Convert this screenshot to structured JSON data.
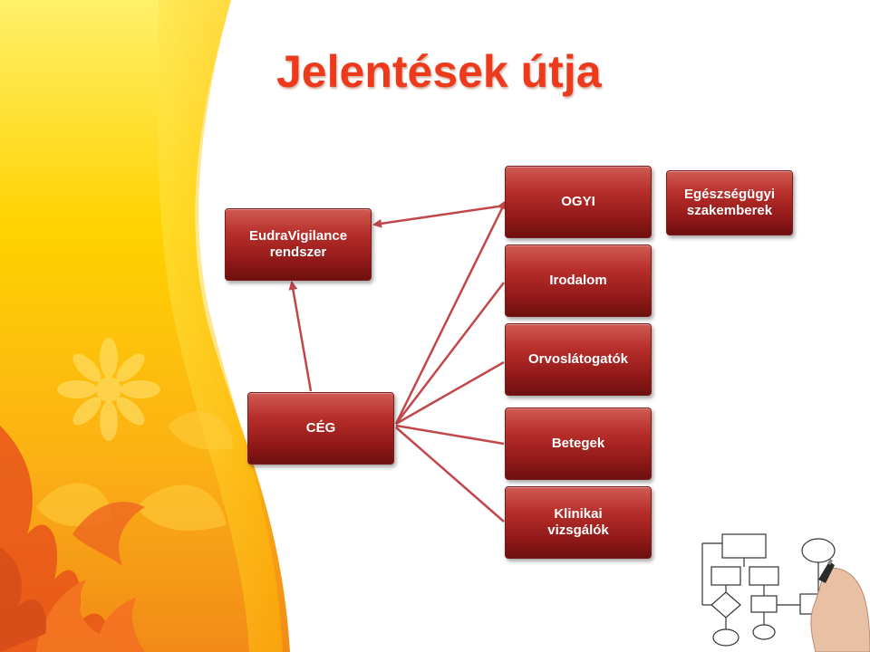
{
  "slide": {
    "title": "Jelentések útja"
  },
  "nodes": {
    "eudravigilance": {
      "line1": "EudraVigilance",
      "line2": "rendszer"
    },
    "ogyi": {
      "label": "OGYI"
    },
    "egeszsegugyi": {
      "line1": "Egészségügyi",
      "line2": "szakemberek"
    },
    "irodalom": {
      "label": "Irodalom"
    },
    "orvoslatogatok": {
      "label": "Orvoslátogatók"
    },
    "ceg": {
      "label": "CÉG"
    },
    "betegek": {
      "label": "Betegek"
    },
    "klinikai": {
      "line1": "Klinikai",
      "line2": "vizsgálók"
    }
  },
  "colors": {
    "title": "#ee3a1c",
    "node_fill": "#a82420",
    "edge": "#c2474a",
    "background_yellow": "#ffd200",
    "background_orange": "#f28a18"
  }
}
